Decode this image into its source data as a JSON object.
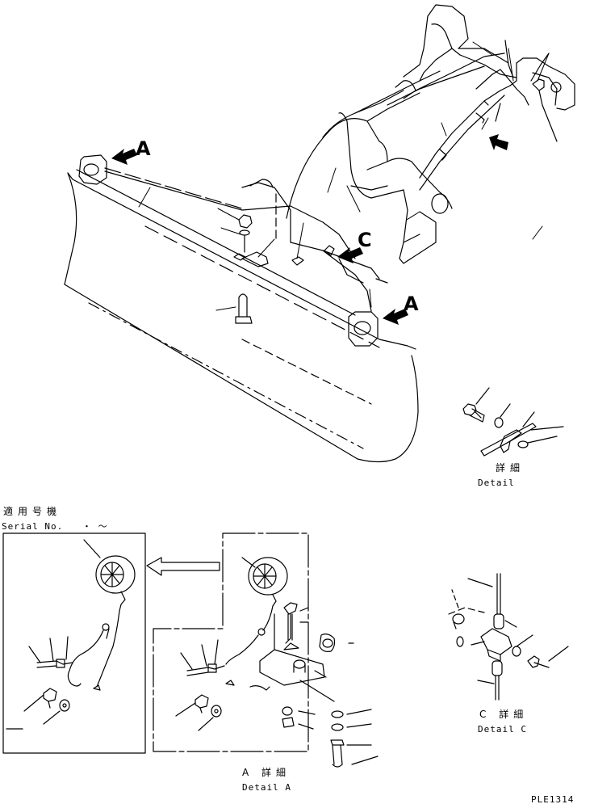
{
  "callouts": {
    "a_upper_left": "A",
    "a_lower_right": "A",
    "c_center": "C"
  },
  "detail_upper_right": {
    "jp": "詳細",
    "en": "Detail"
  },
  "serial_box": {
    "jp": "適用号機",
    "en": "Serial No.",
    "range": "・ ～"
  },
  "detail_a": {
    "jp": "A 詳細",
    "en": "Detail A"
  },
  "detail_c": {
    "jp": "C 詳細",
    "en": "Detail C"
  },
  "drawing_code": "PLE1314"
}
